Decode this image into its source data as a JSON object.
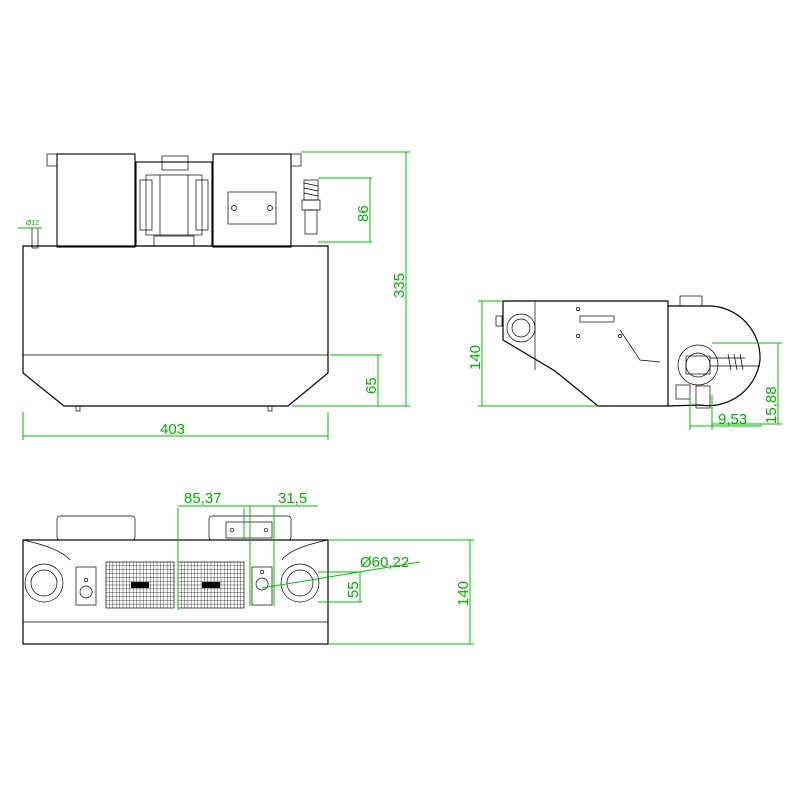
{
  "dimensions": {
    "front_width": "403",
    "front_height": "335",
    "front_motor_height": "86",
    "front_lower_height": "65",
    "front_pipe_dia": "Ø12",
    "side_height": "140",
    "side_pipe_offset_v": "15,88",
    "side_pipe_offset_h": "9,53",
    "bottom_grille_width": "85,37",
    "bottom_knob_width": "31,5",
    "bottom_outlet_dia": "Ø60,22",
    "bottom_outlet_offset": "55",
    "bottom_depth": "140"
  },
  "colors": {
    "dimension": "#00c000",
    "outline": "#000000"
  }
}
